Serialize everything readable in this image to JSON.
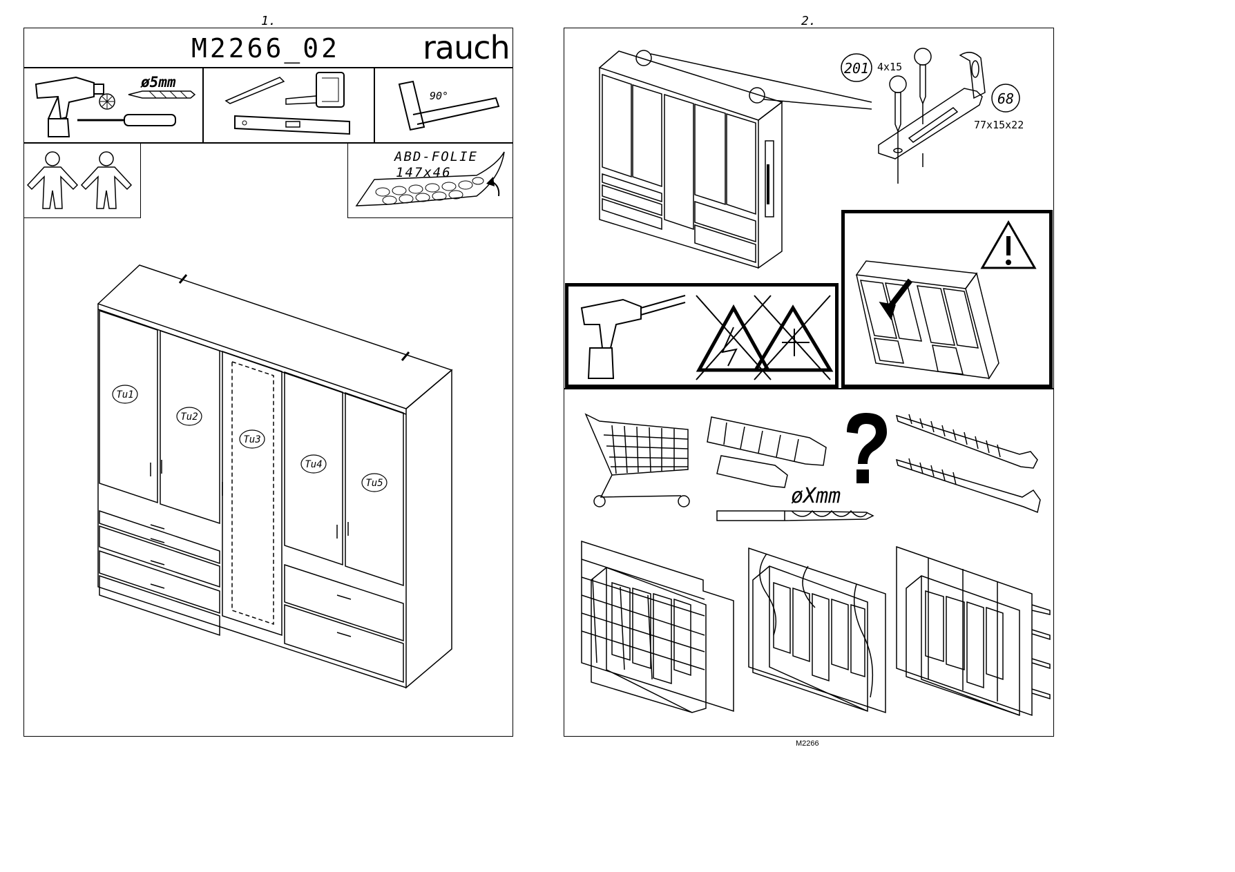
{
  "page1": {
    "page_number": "1.",
    "model": "M2266_02",
    "brand": "rauch",
    "tools": {
      "drill_bit_label": "ø5mm",
      "square_angle_label": "90°"
    },
    "foil": {
      "name": "ABD-FOLIE",
      "size": "147x46"
    },
    "door_labels": [
      "Tu1",
      "Tu2",
      "Tu3",
      "Tu4",
      "Tu5"
    ]
  },
  "page2": {
    "page_number": "2.",
    "parts": [
      {
        "id": "201",
        "size": "4x15"
      },
      {
        "id": "68",
        "size": "77x15x22"
      }
    ],
    "drill_size_label": "øXmm",
    "footer": "M2266"
  },
  "colors": {
    "line": "#000000",
    "background": "#ffffff",
    "watermark": "#6d7fd6"
  },
  "icons": [
    "cordless-drill-icon",
    "drill-bit-icon",
    "screwdriver-icon",
    "pencil-icon",
    "tape-measure-icon",
    "spirit-level-icon",
    "try-square-icon",
    "two-persons-icon",
    "anti-tip-foil-icon",
    "no-electric-icon",
    "no-water-pipe-icon",
    "warning-icon",
    "shopping-cart-icon",
    "wall-plug-icon",
    "question-mark-icon",
    "screw-icon"
  ]
}
